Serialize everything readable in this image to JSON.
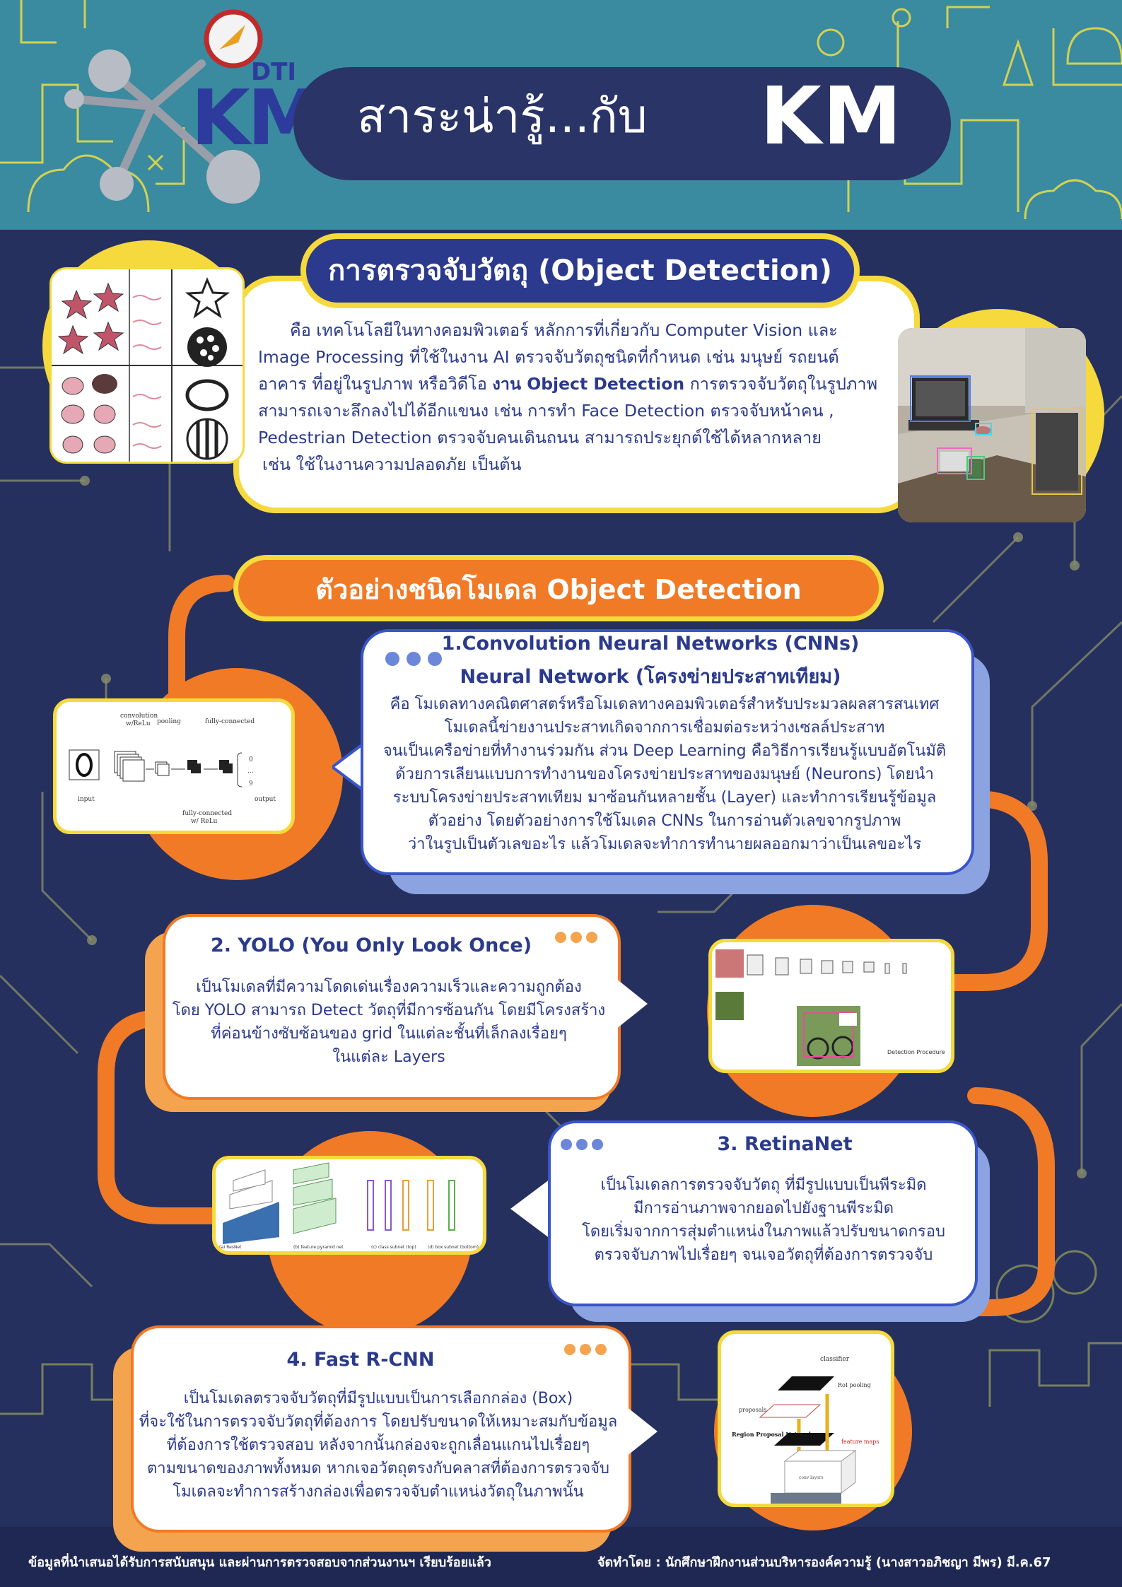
{
  "header": {
    "logo_dti": "DTI",
    "logo_km": "KM",
    "title_prefix": "สาระน่ารู้...กับ",
    "title_km": "KM"
  },
  "object_detection": {
    "title": "การตรวจจับวัตถุ (Object Detection)",
    "lines": [
      "คือ เทคโนโลยีในทางคอมพิวเตอร์ หลักการที่เกี่ยวกับ Computer Vision และ",
      "Image Processing ที่ใช้ในงาน AI ตรวจจับวัตถุชนิดที่กำหนด เช่น มนุษย์ รถยนต์",
      "อาคาร ที่อยู่ในรูปภาพ หรือวิดีโอ",
      "งาน Object Detection",
      "การตรวจจับวัตถุในรูปภาพ",
      "สามารถเจาะลึกลงไปได้อีกแขนง เช่น การทำ Face Detection ตรวจจับหน้าคน ,",
      "Pedestrian Detection ตรวจจับคนเดินถนน สามารถประยุกต์ใช้ได้หลากหลาย",
      "เช่น ใช้ในงานความปลอดภัย เป็นต้น"
    ]
  },
  "models": {
    "title": "ตัวอย่างชนิดโมเดล Object Detection",
    "cnn": {
      "title_1": "1.Convolution Neural Networks (CNNs)",
      "title_2": "Neural Network (โครงข่ายประสาทเทียม)",
      "lines": [
        "คือ โมเดลทางคณิตศาสตร์หรือโมเดลทางคอมพิวเตอร์สำหรับประมวลผลสารสนเทศ",
        "โมเดลนี้ข่ายงานประสาทเกิดจากการเชื่อมต่อระหว่างเซลล์ประสาท",
        "จนเป็นเครือข่ายที่ทำงานร่วมกัน ส่วน Deep Learning คือวิธีการเรียนรู้แบบอัตโนมัติ",
        "ด้วยการเลียนแบบการทำงานของโครงข่ายประสาทของมนุษย์ (Neurons) โดยนำ",
        "ระบบโครงข่ายประสาทเทียม มาซ้อนกันหลายชั้น (Layer) และทำการเรียนรู้ข้อมูล",
        "ตัวอย่าง โดยตัวอย่างการใช้โมเดล CNNs ในการอ่านตัวเลขจากรูปภาพ",
        "ว่าในรูปเป็นตัวเลขอะไร แล้วโมเดลจะทำการทำนายผลออกมาว่าเป็นเลขอะไร"
      ],
      "diagram": {
        "convolution": "convolution",
        "relu": "w/ReLu",
        "pooling": "pooling",
        "fully_connected": "fully-connected",
        "fully_connected_relu_1": "fully-connected",
        "fully_connected_relu_2": "w/ ReLu",
        "input": "input",
        "output": "output",
        "out_0": "0",
        "out_dash": "...",
        "out_9": "9"
      }
    },
    "yolo": {
      "title": "2. YOLO (You Only Look Once)",
      "lines": [
        "เป็นโมเดลที่มีความโดดเด่นเรื่องความเร็วและความถูกต้อง",
        "โดย YOLO สามารถ Detect วัตถุที่มีการซ้อนกัน โดยมีโครงสร้าง",
        "ที่ค่อนข้างซับซ้อนของ grid ในแต่ละชั้นที่เล็กลงเรื่อยๆ",
        "ในแต่ละ Layers"
      ],
      "diagram_caption": "Detection Procedure"
    },
    "retinanet": {
      "title": "3. RetinaNet",
      "lines": [
        "เป็นโมเดลการตรวจจับวัตถุ ที่มีรูปแบบเป็นพีระมิด",
        "มีการอ่านภาพจากยอดไปยังฐานพีระมิด",
        "โดยเริ่มจากการสุ่มตำแหน่งในภาพแล้วปรับขนาดกรอบ",
        "ตรวจจับภาพไปเรื่อยๆ จนเจอวัตถุที่ต้องการตรวจจับ"
      ],
      "diagram": {
        "a": "(a) ResNet",
        "b": "(b) feature pyramid net",
        "c": "(c) class subnet (top)",
        "d": "(d) box subnet (bottom)"
      }
    },
    "fast_rcnn": {
      "title": "4. Fast R-CNN",
      "lines": [
        "เป็นโมเดลตรวจจับวัตถุที่มีรูปแบบเป็นการเลือกกล่อง (Box)",
        "ที่จะใช้ในการตรวจจับวัตถุที่ต้องการ โดยปรับขนาดให้เหมาะสมกับข้อมูล",
        "ที่ต้องการใช้ตรวจสอบ หลังจากนั้นกล่องจะถูกเลื่อนแกนไปเรื่อยๆ",
        "ตามขนาดของภาพทั้งหมด หากเจอวัตถุตรงกับคลาสที่ต้องการตรวจจับ",
        "โมเดลจะทำการสร้างกล่องเพื่อตรวจจับตำแหน่งวัตถุในภาพนั้น"
      ],
      "diagram": {
        "classifier": "classifier",
        "roi_pooling": "RoI pooling",
        "proposals": "proposals",
        "rpn": "Region Proposal Network",
        "feature_maps": "feature maps",
        "conv_layers": "conv layers"
      }
    }
  },
  "footer": {
    "left": "ข้อมูลที่นำเสนอได้รับการสนับสนุน และผ่านการตรวจสอบจากส่วนงานฯ เรียบร้อยแล้ว",
    "right": "จัดทำโดย : นักศึกษาฝึกงานส่วนบริหารองค์ความรู้ (นางสาวอภิชญา มีพร) มี.ค.67"
  },
  "colors": {
    "navy": "#25305e",
    "teal": "#3a8aa0",
    "yellow": "#f6d93c",
    "orange": "#f07a26",
    "blue_card": "#3a55c9",
    "text_blue": "#2b3a8c"
  }
}
